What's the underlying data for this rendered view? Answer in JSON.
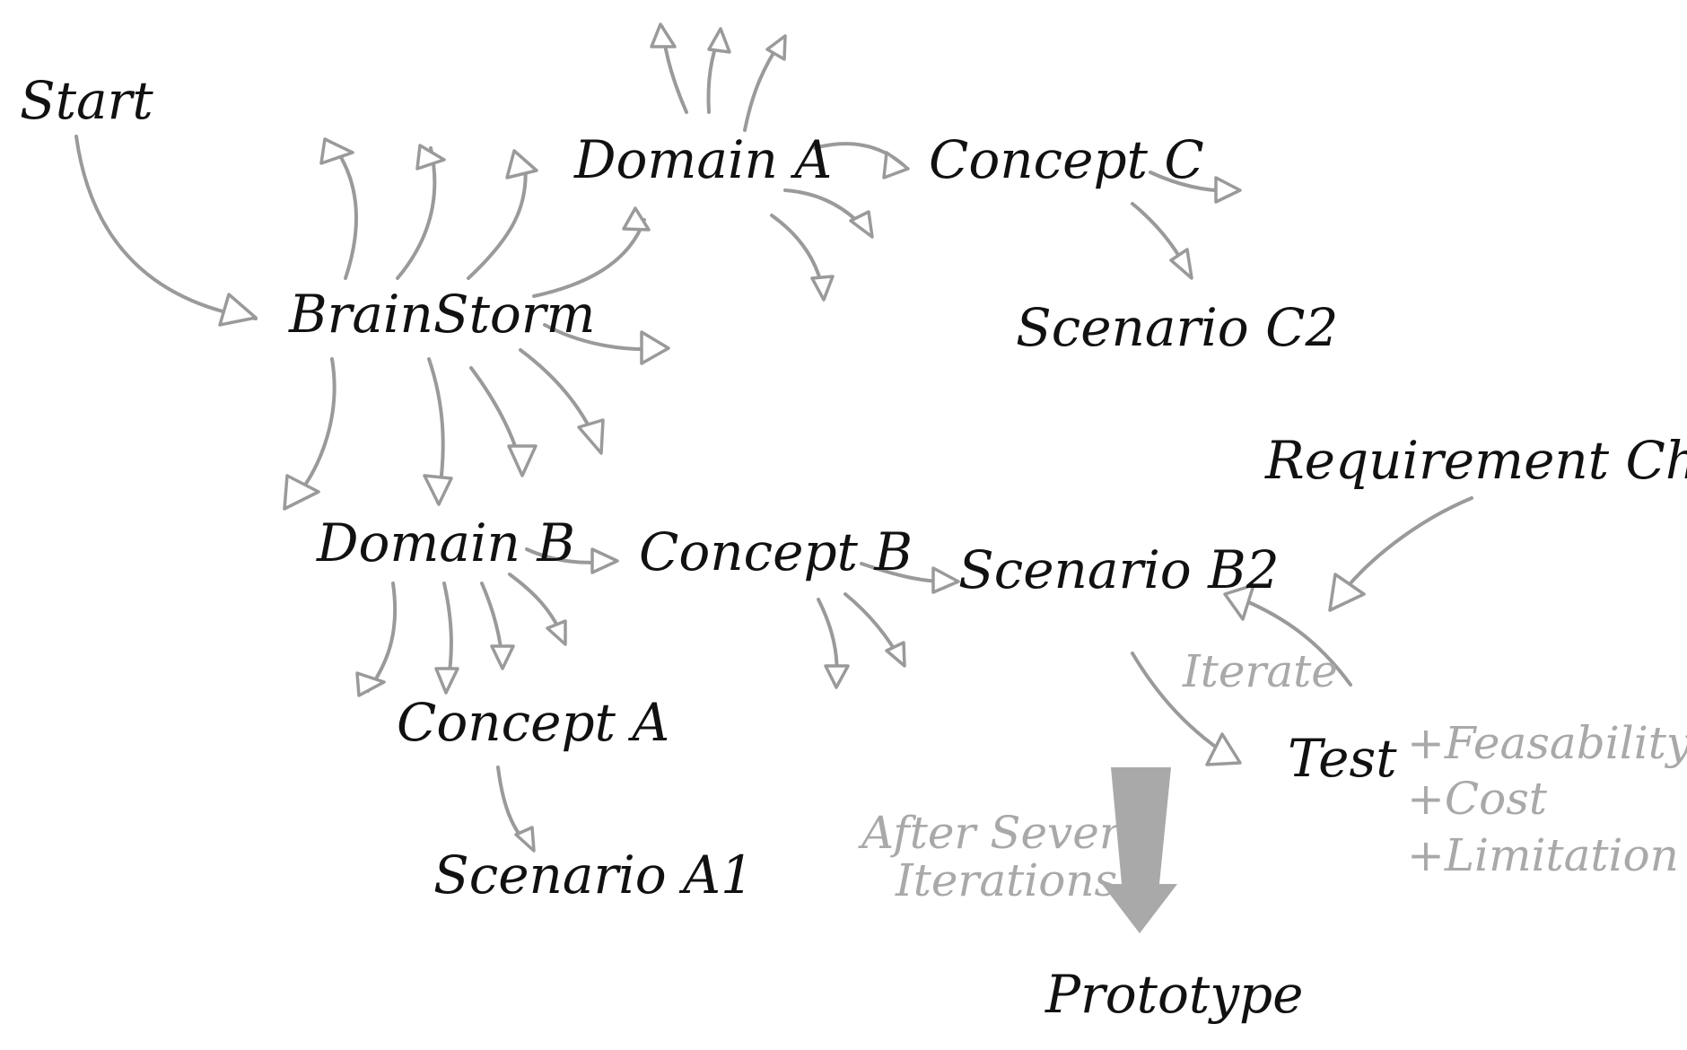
{
  "colors": {
    "node_text": "#111111",
    "note_text": "#a9a9a9",
    "arrow": "#9a9a9a",
    "big_arrow": "#a9a9a9",
    "background": "#ffffff"
  },
  "nodes": {
    "start": "Start",
    "brainstorm": "BrainStorm",
    "domain_a": "Domain A",
    "concept_c": "Concept C",
    "scenario_c2": "Scenario C2",
    "domain_b": "Domain B",
    "concept_b": "Concept B",
    "scenario_b2": "Scenario B2",
    "concept_a": "Concept A",
    "scenario_a1": "Scenario A1",
    "requirement_change": "Requirement Change",
    "test": "Test",
    "prototype": "Prototype"
  },
  "notes": {
    "iterate": "Iterate",
    "after_line1": "After Several",
    "after_line2": "Iterations",
    "test_criteria": [
      "+Feasability",
      "+Cost",
      "+Limitation"
    ]
  }
}
